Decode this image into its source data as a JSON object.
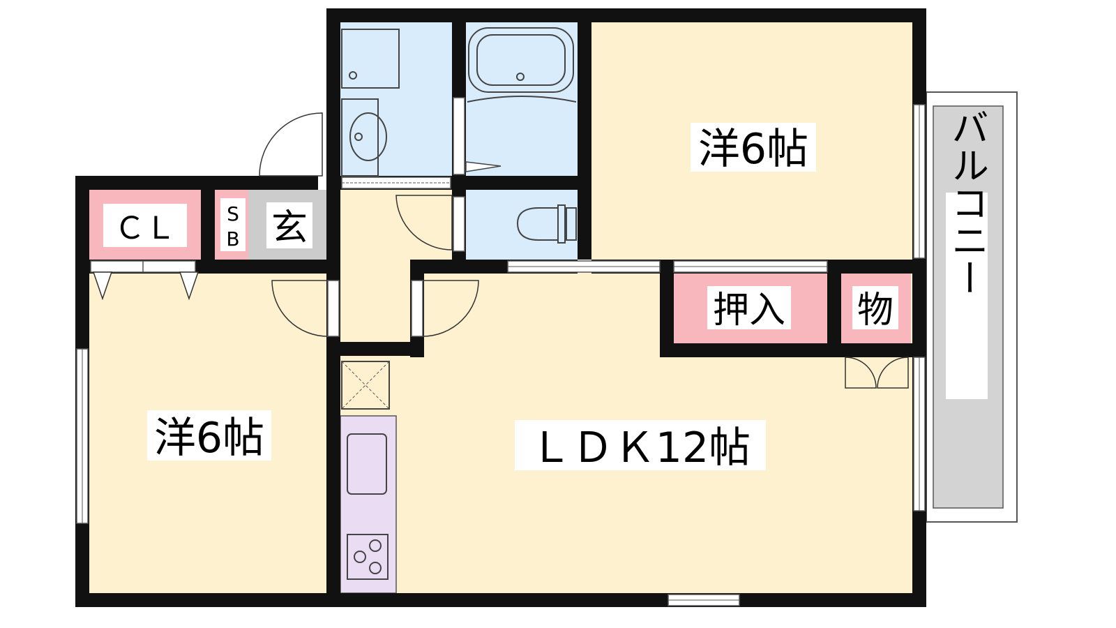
{
  "rooms": {
    "west_bedroom": "洋6帖",
    "east_bedroom": "洋6帖",
    "ldk": "ＬＤＫ12帖",
    "closet": "ＣＬ",
    "shoe_box_top": "S",
    "shoe_box_bottom": "B",
    "entrance": "玄",
    "oshiire": "押入",
    "storage": "物",
    "balcony": "バルコニー"
  },
  "colors": {
    "room_floor": "#fdf1d0",
    "wet_area": "#d9ecfb",
    "storage": "#f8b7bc",
    "entrance": "#cccccc",
    "kitchen": "#e9dcf3",
    "balcony": "#d3d3d3",
    "wall": "#111111"
  }
}
